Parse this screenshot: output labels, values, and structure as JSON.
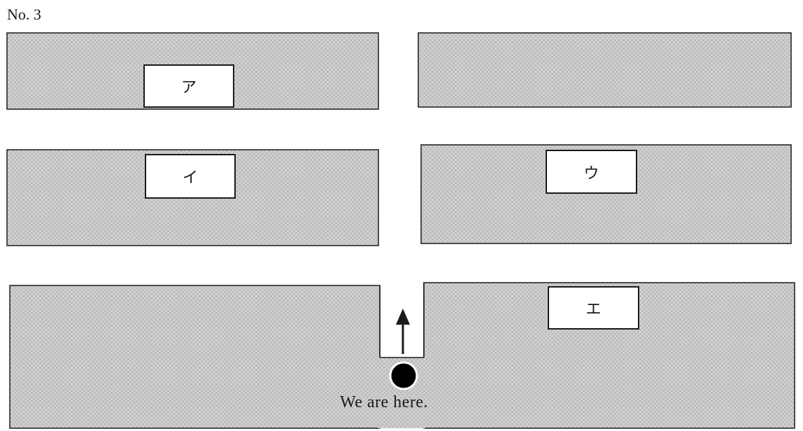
{
  "page_label": "No. 3",
  "buildings": [
    {
      "id": "a",
      "label": "ア"
    },
    {
      "id": "i",
      "label": "イ"
    },
    {
      "id": "u",
      "label": "ウ"
    },
    {
      "id": "e",
      "label": "エ"
    }
  ],
  "marker": {
    "caption": "We are here."
  },
  "colors": {
    "block_fill": "#c6c6c6",
    "road": "#ffffff",
    "ink": "#1a1a1a"
  }
}
